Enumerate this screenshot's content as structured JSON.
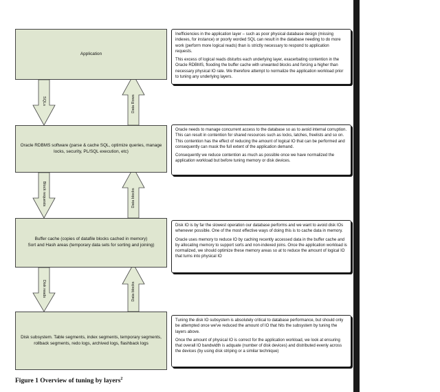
{
  "layers": [
    {
      "text": "Application"
    },
    {
      "text": "Oracle RDBMS software (parse & cache SQL, optimize queries, manage locks, security, PL/SQL execution, etc)"
    },
    {
      "text": "Buffer cache (copies of datafile blocks cached in memory)\nSort and Hash areas (temporary data sets for sorting and joining)"
    },
    {
      "text": "Disk subsystem.  Table segments, index segments, temporary segments, rollback segments, redo logs, archived logs, flashback logs"
    }
  ],
  "arrows": [
    {
      "down_label": "SQLs",
      "up_label": "Data Rows"
    },
    {
      "down_label": "Block requests",
      "up_label": "Data blocks"
    },
    {
      "down_label": "Disk reads",
      "up_label": "Data blocks"
    }
  ],
  "notes": [
    {
      "paragraphs": [
        "Inefficiencies in the application layer – such as poor physical database design (missing indexes, for instance) or poorly worded SQL can result in the database needing to do more work (perform more logical reads) than is strictly necessary to respond to application requests.",
        "This excess of logical reads disturbs each underlying layer, exacerbating contention in the Oracle RDBMS, flooding the buffer cache with unwanted blocks and forcing a higher than necessary physical IO rate.  We therefore attempt to normalize the application workload prior to tuning any underlying layers."
      ]
    },
    {
      "paragraphs": [
        "Oracle needs to manage concurrent access to the database so as to avoid internal corruption.  This can result in contention for shared resources such as locks, latches, freelists and so on.  This contention has the effect of reducing the amount of logical IO that can be performed and consequently can mask the full extent of the application demand.",
        "Consequently we reduce contention as much as possible once we have normalized the application workload but before tuning memory or disk devices."
      ]
    },
    {
      "paragraphs": [
        "Disk IO is by far the slowest operation our database performs and we want to avoid disk IOs whenever possible.   One of the most effective ways of doing this is to cache data in memory.",
        "Oracle uses memory to reduce IO by caching recently accessed data in the buffer cache and by allocating memory to support sorts and non-indexed joins.  Once the application workload is normalized, we should optimize these memory areas so at to reduce the amount of logical IO that turns into physical IO"
      ]
    },
    {
      "paragraphs": [
        "Tuning the disk IO subsystem is absolutely critical to database performance, but should only be attempted once we've reduced the amount of IO that hits the subsystem by tuning the layers above.",
        "Once the amount of physical IO is correct for the application workload, we look at ensuring that overall IO bandwidth is adquate (number of disk devices) and distributed evenly across the devices (by using disk striping or a similar technique)"
      ]
    }
  ],
  "caption": {
    "text": "Figure 1 Overview of tuning by layers",
    "superscript": "2"
  },
  "colors": {
    "layer_fill": "#dfe6d0",
    "arrow_fill": "#e3ead5",
    "border": "#444444"
  }
}
